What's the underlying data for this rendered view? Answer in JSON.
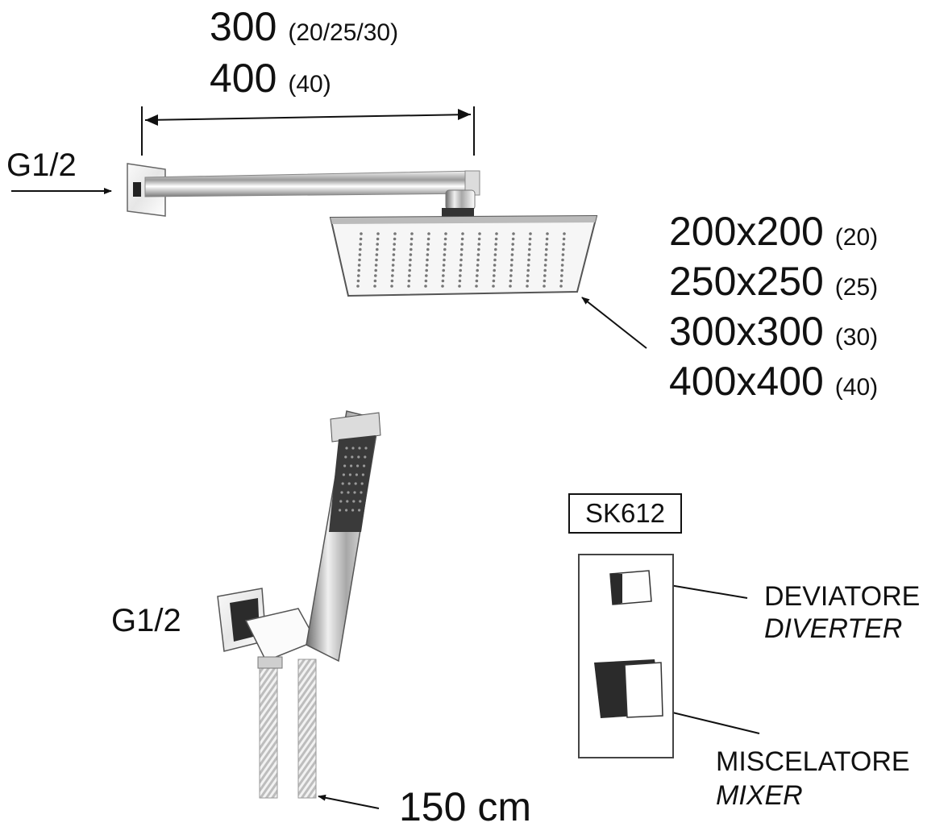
{
  "arm_length": {
    "option_1": {
      "value": "300",
      "models": "(20/25/30)"
    },
    "option_2": {
      "value": "400",
      "models": "(40)"
    }
  },
  "shower_arm_inlet": {
    "label": "G1/2"
  },
  "head_sizes": [
    {
      "size": "200x200",
      "model": "(20)"
    },
    {
      "size": "250x250",
      "model": "(25)"
    },
    {
      "size": "300x300",
      "model": "(30)"
    },
    {
      "size": "400x400",
      "model": "(40)"
    }
  ],
  "handshower_inlet": {
    "label": "G1/2"
  },
  "hose_length": {
    "label": "150 cm"
  },
  "mixer_model": {
    "label": "SK612"
  },
  "diverter": {
    "label_it": "DEVIATORE",
    "label_en": "DIVERTER"
  },
  "mixer": {
    "label_it": "MISCELATORE",
    "label_en": "MIXER"
  }
}
